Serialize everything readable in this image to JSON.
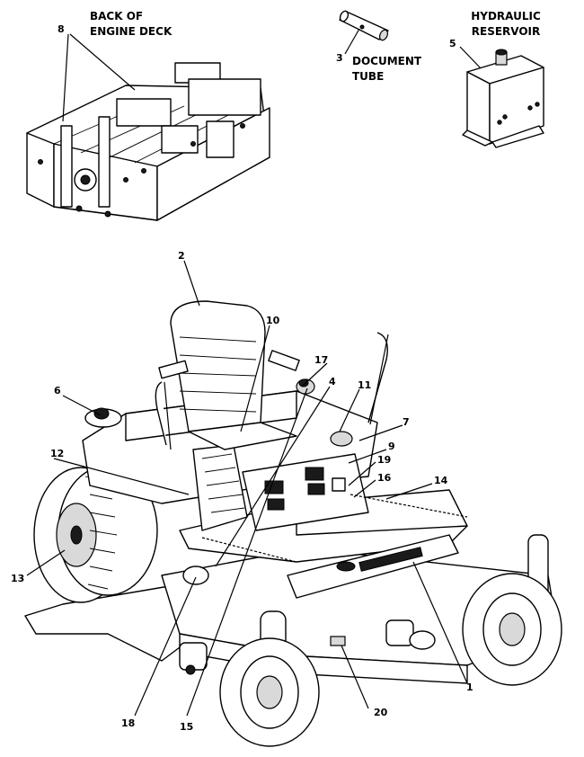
{
  "insets": {
    "engine_deck": "BACK OF\nENGINE DECK",
    "document_tube": "DOCUMENT\nTUBE",
    "hydraulic_reservoir": "HYDRAULIC\nRESERVOIR"
  },
  "callouts": {
    "c1": "1",
    "c2": "2",
    "c3": "3",
    "c4": "4",
    "c5": "5",
    "c6": "6",
    "c7": "7",
    "c8": "8",
    "c9": "9",
    "c10": "10",
    "c11": "11",
    "c12": "12",
    "c13": "13",
    "c14": "14",
    "c15": "15",
    "c16": "16",
    "c17": "17",
    "c18": "18",
    "c19": "19",
    "c20": "20"
  },
  "icons": {
    "engine_deck": "engine-deck-illustration",
    "document_tube": "document-tube-illustration",
    "reservoir": "hydraulic-reservoir-illustration",
    "mower": "zero-turn-mower-illustration"
  }
}
